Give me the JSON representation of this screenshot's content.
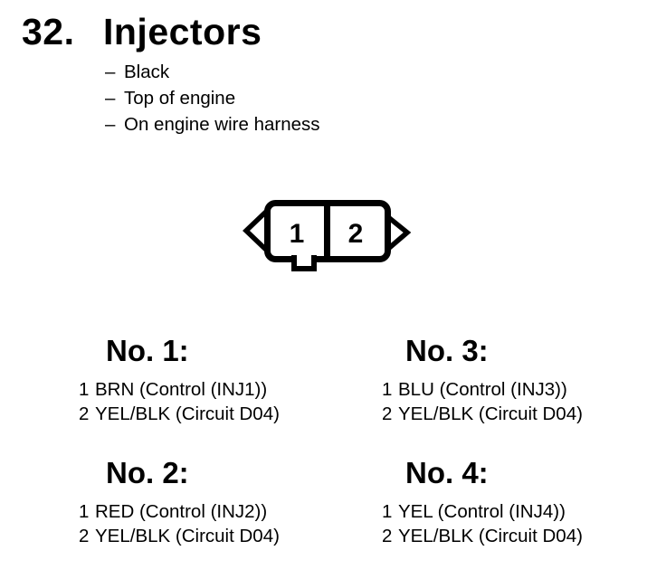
{
  "colors": {
    "ink": "#000000",
    "paper": "#ffffff"
  },
  "header": {
    "item_number": "32.",
    "title": "Injectors"
  },
  "notes": [
    {
      "bullet": "–",
      "text": "Black"
    },
    {
      "bullet": "–",
      "text": "Top of engine"
    },
    {
      "bullet": "–",
      "text": "On engine wire harness"
    }
  ],
  "connector": {
    "pins": [
      "1",
      "2"
    ]
  },
  "sections": [
    {
      "title": "No. 1:",
      "pins": [
        {
          "num": "1",
          "desc": "BRN (Control (INJ1))"
        },
        {
          "num": "2",
          "desc": "YEL/BLK (Circuit D04)"
        }
      ]
    },
    {
      "title": "No. 3:",
      "pins": [
        {
          "num": "1",
          "desc": "BLU (Control (INJ3))"
        },
        {
          "num": "2",
          "desc": "YEL/BLK (Circuit D04)"
        }
      ]
    },
    {
      "title": "No. 2:",
      "pins": [
        {
          "num": "1",
          "desc": "RED (Control (INJ2))"
        },
        {
          "num": "2",
          "desc": "YEL/BLK (Circuit D04)"
        }
      ]
    },
    {
      "title": "No. 4:",
      "pins": [
        {
          "num": "1",
          "desc": "YEL (Control (INJ4))"
        },
        {
          "num": "2",
          "desc": "YEL/BLK (Circuit D04)"
        }
      ]
    }
  ]
}
